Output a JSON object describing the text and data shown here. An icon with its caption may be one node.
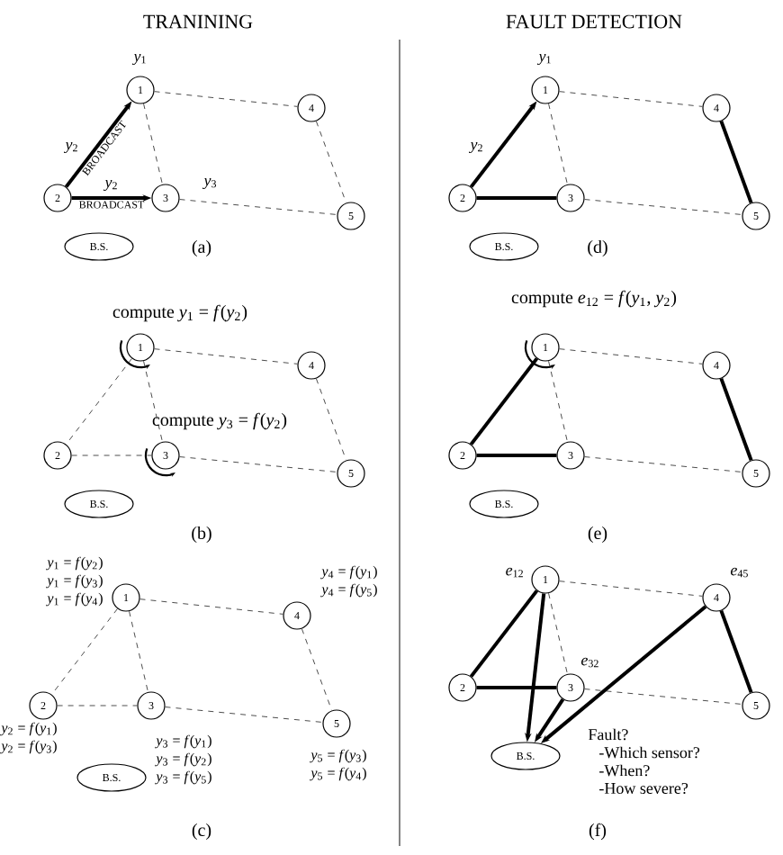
{
  "diagram": {
    "nodes": [
      {
        "text": [
          "1"
        ],
        "beside": [
          "*y*$_{1}$"
        ]
      },
      {
        "text": [
          "2"
        ]
      },
      {
        "text": [
          "3"
        ],
        "beside": [
          "*y*$_{3}$"
        ]
      },
      {
        "text": [
          "4"
        ]
      },
      {
        "text": [
          "5"
        ]
      },
      {
        "text": [
          "B.S."
        ]
      },
      {
        "text": [
          "1"
        ],
        "beside": [
          "compute *y*$_{1}$ = *f*(*y*$_{2}$)"
        ]
      },
      {
        "text": [
          "2"
        ]
      },
      {
        "text": [
          "3"
        ],
        "beside": [
          "compute *y*$_{3}$ = *f*(*y*$_{2}$)"
        ]
      },
      {
        "text": [
          "4"
        ]
      },
      {
        "text": [
          "5"
        ]
      },
      {
        "text": [
          "B.S."
        ]
      },
      {
        "text": [
          "1"
        ],
        "beside": [
          "*y*$_{1}$ = *f*(*y*$_{2}$)",
          "*y*$_{1}$ = *f*(*y*$_{3}$)",
          "*y*$_{1}$ = *f*(*y*$_{4}$)"
        ]
      },
      {
        "text": [
          "2"
        ],
        "beside": [
          "*y*$_{2}$ = *f*(*y*$_{1}$)",
          "*y*$_{2}$ = *f*(*y*$_{3}$)"
        ]
      },
      {
        "text": [
          "3"
        ],
        "beside": [
          "*y*$_{3}$ = *f*(*y*$_{1}$)",
          "*y*$_{3}$ = *f*(*y*$_{2}$)",
          "*y*$_{3}$ = *f*(*y*$_{5}$)"
        ]
      },
      {
        "text": [
          "4"
        ],
        "beside": [
          "*y*$_{4}$ = *f*(*y*$_{1}$)",
          "*y*$_{4}$ = *f*(*y*$_{5}$)"
        ]
      },
      {
        "text": [
          "5"
        ],
        "beside": [
          "*y*$_{5}$ = *f*(*y*$_{3}$)",
          "*y*$_{5}$ = *f*(*y*$_{4}$)"
        ]
      },
      {
        "text": [
          "B.S."
        ]
      },
      {
        "text": [
          "1"
        ],
        "beside": [
          "*y*$_{1}$"
        ]
      },
      {
        "text": [
          "2"
        ]
      },
      {
        "text": [
          "3"
        ]
      },
      {
        "text": [
          "4"
        ]
      },
      {
        "text": [
          "5"
        ]
      },
      {
        "text": [
          "B.S."
        ]
      },
      {
        "text": [
          "1"
        ],
        "beside": [
          "compute *e*$_{12}$ = *f*(*y*$_{1}$, *y*$_{2}$)"
        ]
      },
      {
        "text": [
          "2"
        ]
      },
      {
        "text": [
          "3"
        ]
      },
      {
        "text": [
          "4"
        ]
      },
      {
        "text": [
          "5"
        ]
      },
      {
        "text": [
          "B.S."
        ]
      },
      {
        "text": [
          "1"
        ],
        "beside": [
          "*e*$_{12}$"
        ]
      },
      {
        "text": [
          "2"
        ]
      },
      {
        "text": [
          "3"
        ],
        "beside": [
          "*e*$_{32}$"
        ]
      },
      {
        "text": [
          "4"
        ],
        "beside": [
          "*e*$_{45}$"
        ]
      },
      {
        "text": [
          "5"
        ]
      },
      {
        "text": [
          "B.S."
        ],
        "beside": [
          "Fault?",
          "-Which sensor?",
          "-When?",
          "-How severe?"
        ]
      }
    ],
    "edges": [
      {
        "from": 1,
        "to": 0,
        "arrow": "to",
        "style": "thick",
        "label": "BROADCAST"
      },
      {
        "from": 1,
        "to": 2,
        "arrow": "to",
        "style": "thick",
        "label": "BROADCAST"
      },
      {
        "from": 0,
        "to": 2,
        "arrow": "none",
        "style": "dashed"
      },
      {
        "from": 0,
        "to": 3,
        "arrow": "none",
        "style": "dashed"
      },
      {
        "from": 3,
        "to": 4,
        "arrow": "none",
        "style": "dashed"
      },
      {
        "from": 2,
        "to": 4,
        "arrow": "none",
        "style": "dashed"
      },
      {
        "from": 6,
        "to": 7,
        "arrow": "none",
        "style": "dashed"
      },
      {
        "from": 7,
        "to": 8,
        "arrow": "none",
        "style": "dashed"
      },
      {
        "from": 6,
        "to": 8,
        "arrow": "none",
        "style": "dashed"
      },
      {
        "from": 6,
        "to": 9,
        "arrow": "none",
        "style": "dashed"
      },
      {
        "from": 9,
        "to": 10,
        "arrow": "none",
        "style": "dashed"
      },
      {
        "from": 8,
        "to": 10,
        "arrow": "none",
        "style": "dashed"
      },
      {
        "from": 12,
        "to": 13,
        "arrow": "none",
        "style": "dashed"
      },
      {
        "from": 13,
        "to": 14,
        "arrow": "none",
        "style": "dashed"
      },
      {
        "from": 12,
        "to": 14,
        "arrow": "none",
        "style": "dashed"
      },
      {
        "from": 12,
        "to": 15,
        "arrow": "none",
        "style": "dashed"
      },
      {
        "from": 15,
        "to": 16,
        "arrow": "none",
        "style": "dashed"
      },
      {
        "from": 14,
        "to": 16,
        "arrow": "none",
        "style": "dashed"
      },
      {
        "from": 19,
        "to": 18,
        "arrow": "to",
        "style": "thick"
      },
      {
        "from": 19,
        "to": 20,
        "arrow": "none",
        "style": "thick"
      },
      {
        "from": 18,
        "to": 20,
        "arrow": "none",
        "style": "dashed"
      },
      {
        "from": 18,
        "to": 21,
        "arrow": "none",
        "style": "dashed"
      },
      {
        "from": 21,
        "to": 22,
        "arrow": "none",
        "style": "thick"
      },
      {
        "from": 20,
        "to": 22,
        "arrow": "none",
        "style": "dashed"
      },
      {
        "from": 24,
        "to": 25,
        "arrow": "none",
        "style": "thick"
      },
      {
        "from": 25,
        "to": 26,
        "arrow": "none",
        "style": "thick"
      },
      {
        "from": 24,
        "to": 26,
        "arrow": "none",
        "style": "dashed"
      },
      {
        "from": 24,
        "to": 27,
        "arrow": "none",
        "style": "dashed"
      },
      {
        "from": 27,
        "to": 28,
        "arrow": "none",
        "style": "thick"
      },
      {
        "from": 26,
        "to": 28,
        "arrow": "none",
        "style": "dashed"
      },
      {
        "from": 30,
        "to": 31,
        "arrow": "none",
        "style": "thick"
      },
      {
        "from": 31,
        "to": 32,
        "arrow": "none",
        "style": "thick"
      },
      {
        "from": 30,
        "to": 32,
        "arrow": "none",
        "style": "dashed"
      },
      {
        "from": 30,
        "to": 33,
        "arrow": "none",
        "style": "dashed"
      },
      {
        "from": 33,
        "to": 34,
        "arrow": "none",
        "style": "thick"
      },
      {
        "from": 32,
        "to": 34,
        "arrow": "none",
        "style": "dashed"
      },
      {
        "from": 30,
        "to": 35,
        "arrow": "to",
        "style": "thick"
      },
      {
        "from": 32,
        "to": 35,
        "arrow": "to",
        "style": "thick"
      },
      {
        "from": 33,
        "to": 35,
        "arrow": "to",
        "style": "thick"
      }
    ],
    "labels": [
      "TRANINING",
      "FAULT DETECTION",
      "*y*$_{2}$",
      "*y*$_{2}$",
      "(a)",
      "*y*$_{2}$",
      "(d)",
      "(b)",
      "(e)",
      "(c)",
      "(f)"
    ]
  }
}
